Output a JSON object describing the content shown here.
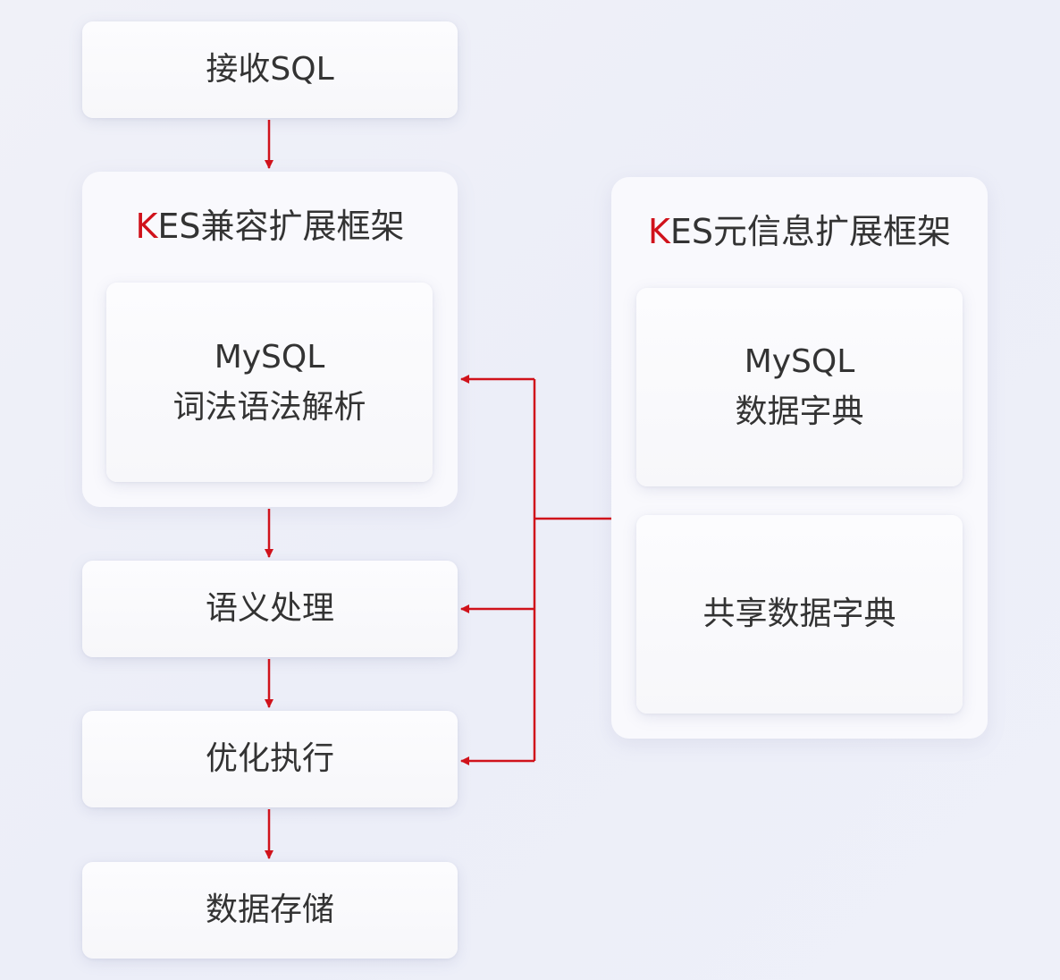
{
  "flow": {
    "receive": "接收SQL",
    "semantic": "语义处理",
    "optimize": "优化执行",
    "storage": "数据存储"
  },
  "compat_framework": {
    "title_prefix": "K",
    "title_rest": "ES兼容扩展框架",
    "parser_line1": "MySQL",
    "parser_line2": "词法语法解析"
  },
  "meta_framework": {
    "title_prefix": "K",
    "title_rest": "ES元信息扩展框架",
    "dict_line1": "MySQL",
    "dict_line2": "数据字典",
    "shared_dict": "共享数据字典"
  },
  "colors": {
    "accent": "#d0121b",
    "text": "#333333",
    "arrow": "#d0121b"
  }
}
